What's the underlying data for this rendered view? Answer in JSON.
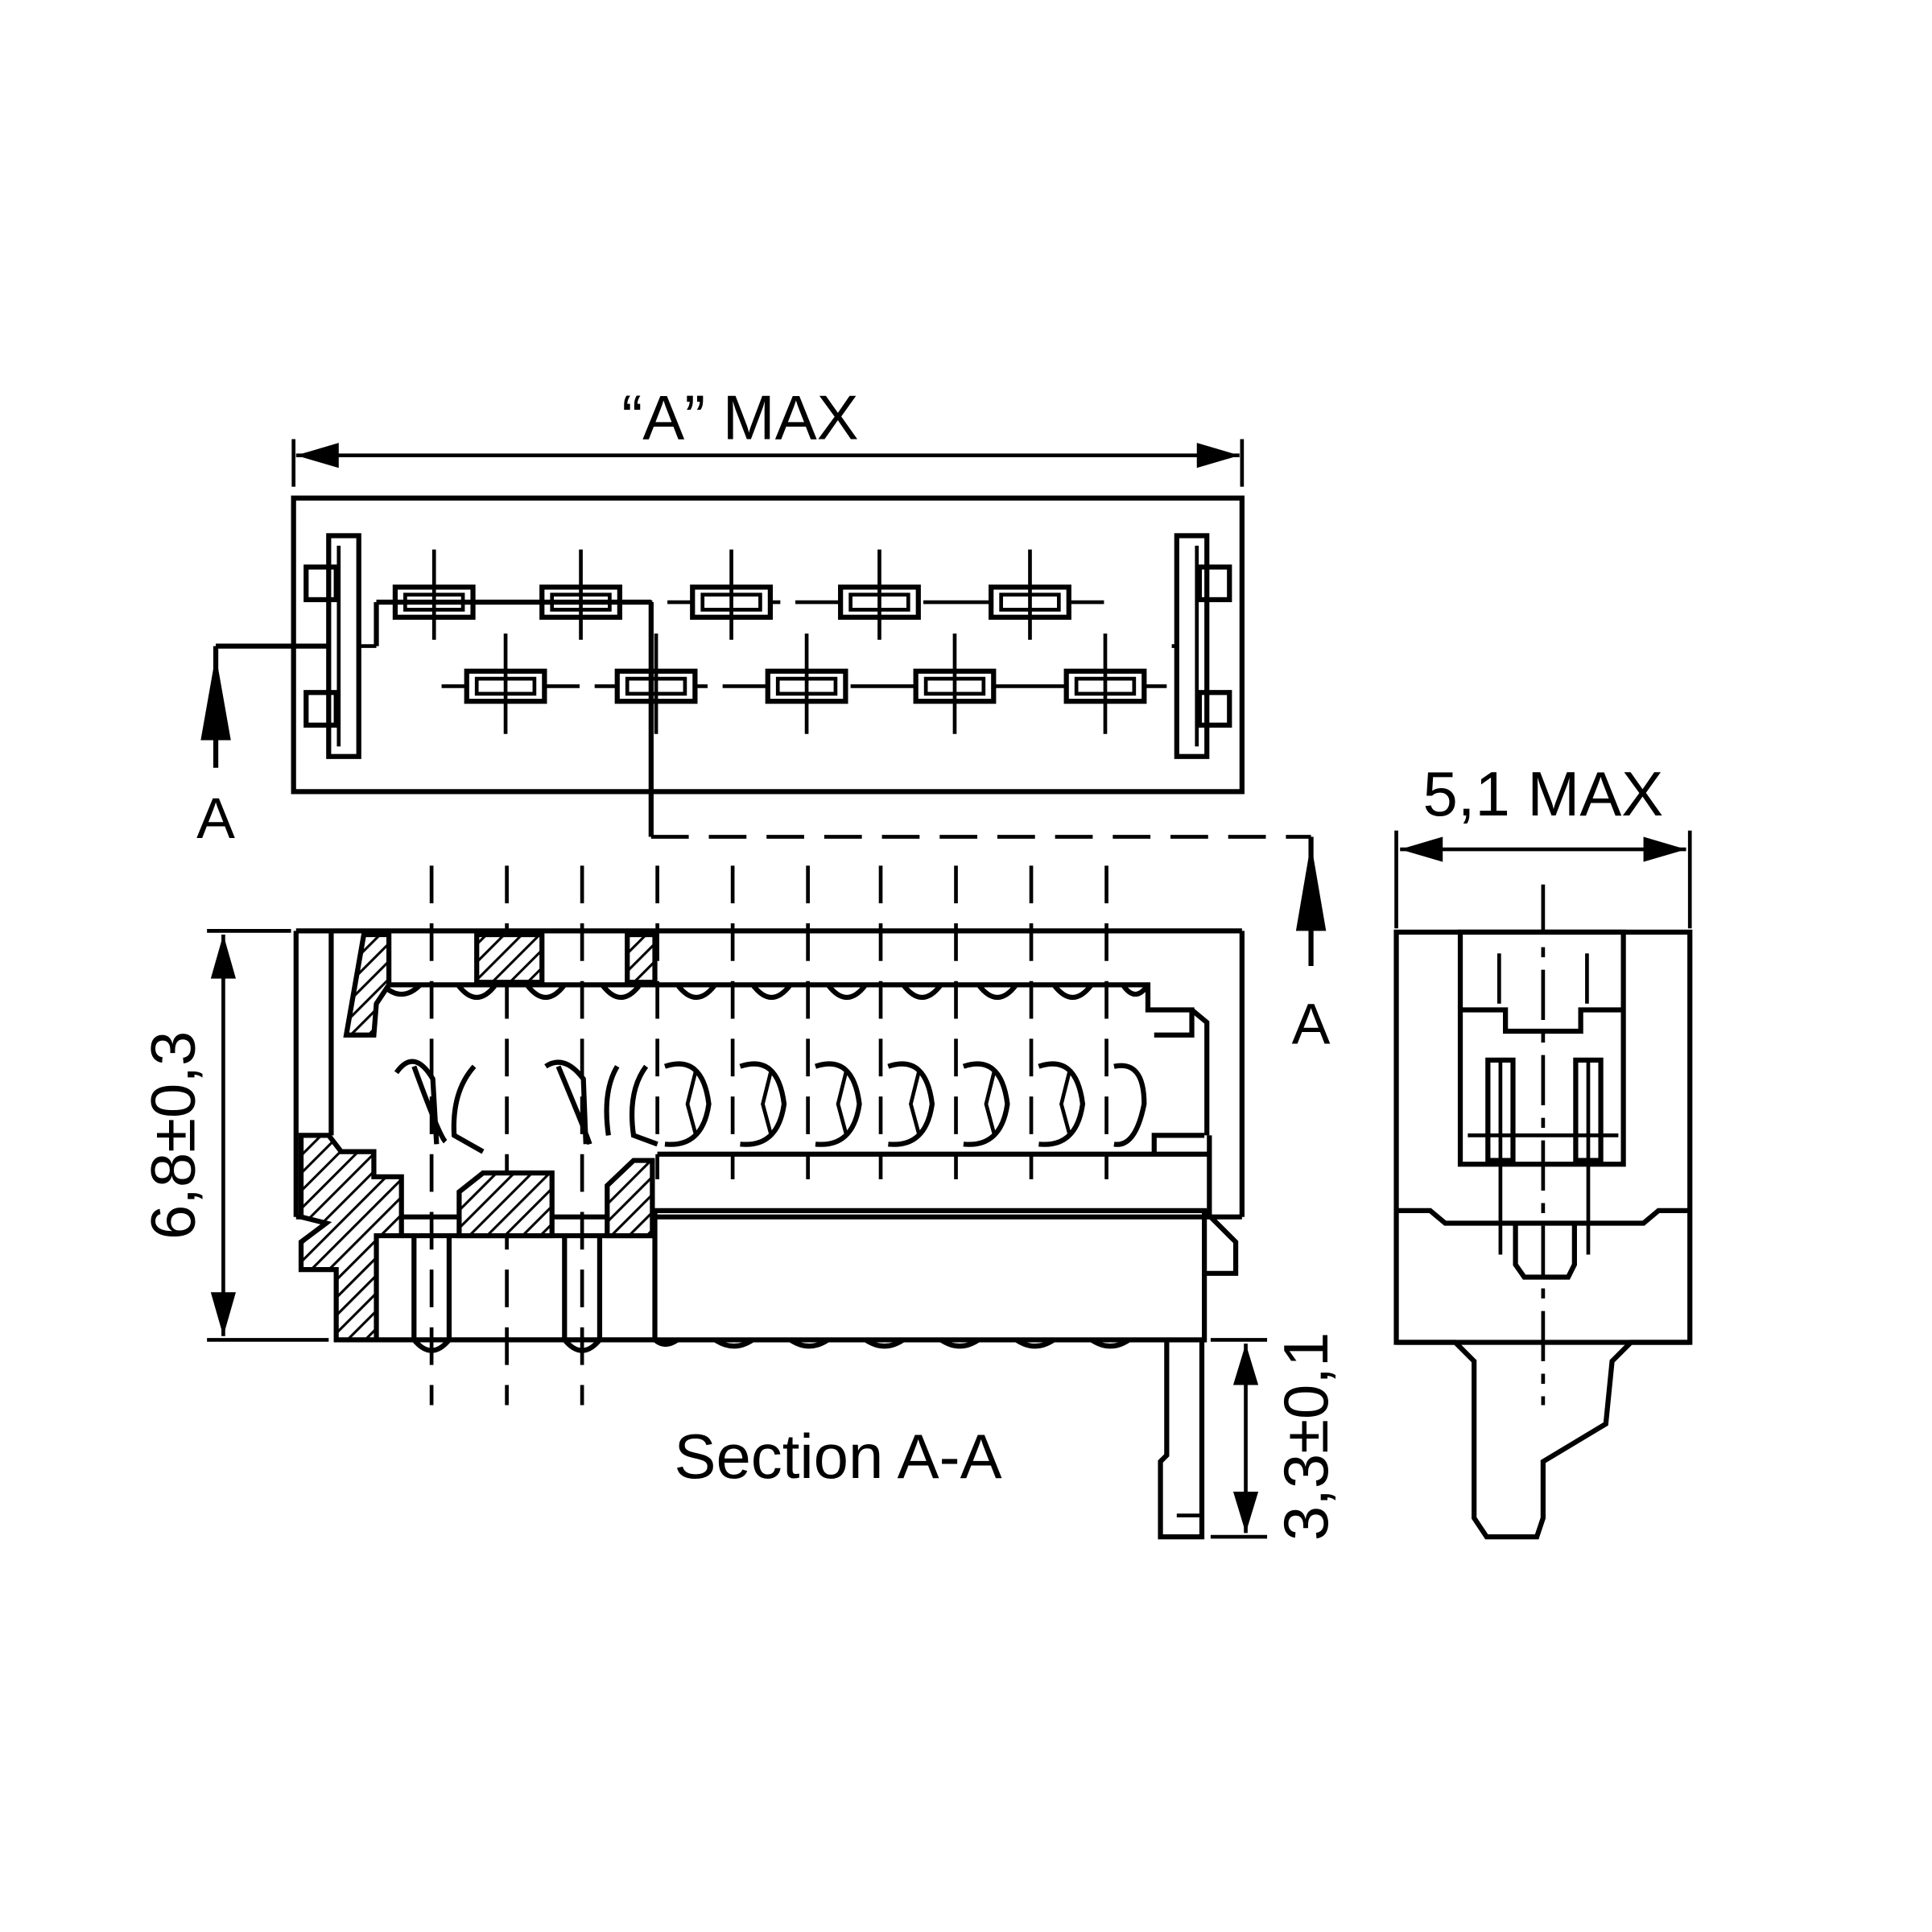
{
  "labels": {
    "width_dim": "“A” MAX",
    "section_marker_left": "A",
    "section_marker_right": "A",
    "height_dim": "6,8±0,3",
    "pin_length_dim": "3,3±0,1",
    "depth_dim": "5,1 MAX",
    "section_title": "Section A-A"
  },
  "colors": {
    "line": "#000000",
    "background": "#ffffff"
  }
}
